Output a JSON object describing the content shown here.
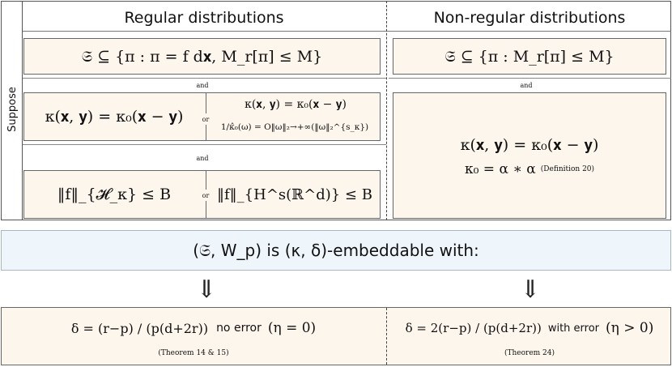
{
  "suppose_label": "Suppose",
  "header": {
    "regular": "Regular distributions",
    "nonregular": "Non-regular distributions"
  },
  "regular": {
    "set_cond": "𝔖 ⊆ {π : π = f d𝐱,  M_r[π] ≤ M}",
    "and1": "and",
    "kernel_left": "κ(𝐱, 𝐲) = κ₀(𝐱 − 𝐲)",
    "or1": "or",
    "kernel_right_top": "κ(𝐱, 𝐲) = κ₀(𝐱 − 𝐲)",
    "kernel_right_bottom": "1/κ̂₀(ω) = O‖ω‖₂→+∞(‖ω‖₂^{s_κ})",
    "and2": "and",
    "norm_left": "‖f‖_{𝓗_κ} ≤ B",
    "or2": "or",
    "norm_right": "‖f‖_{H^s(ℝ^d)} ≤ B"
  },
  "nonregular": {
    "set_cond": "𝔖 ⊆ {π :  M_r[π] ≤ M}",
    "and1": "and",
    "kernel": "κ(𝐱, 𝐲) = κ₀(𝐱 − 𝐲)",
    "conv": "κ₀ = α ∗ α",
    "conv_ref": "(Definition 20)"
  },
  "embed": {
    "text": "(𝔖, W_p) is (κ, δ)-embeddable with:"
  },
  "arrows": {
    "symbol": "⇓"
  },
  "result_regular": {
    "delta": "δ = (r−p) / (p(d+2r))",
    "note": "no error",
    "eta": "(η = 0)",
    "ref": "(Theorem 14 & 15)"
  },
  "result_nonregular": {
    "delta": "δ = 2(r−p) / (p(d+2r))",
    "note": "with error",
    "eta": "(η > 0)",
    "ref": "(Theorem 24)"
  }
}
